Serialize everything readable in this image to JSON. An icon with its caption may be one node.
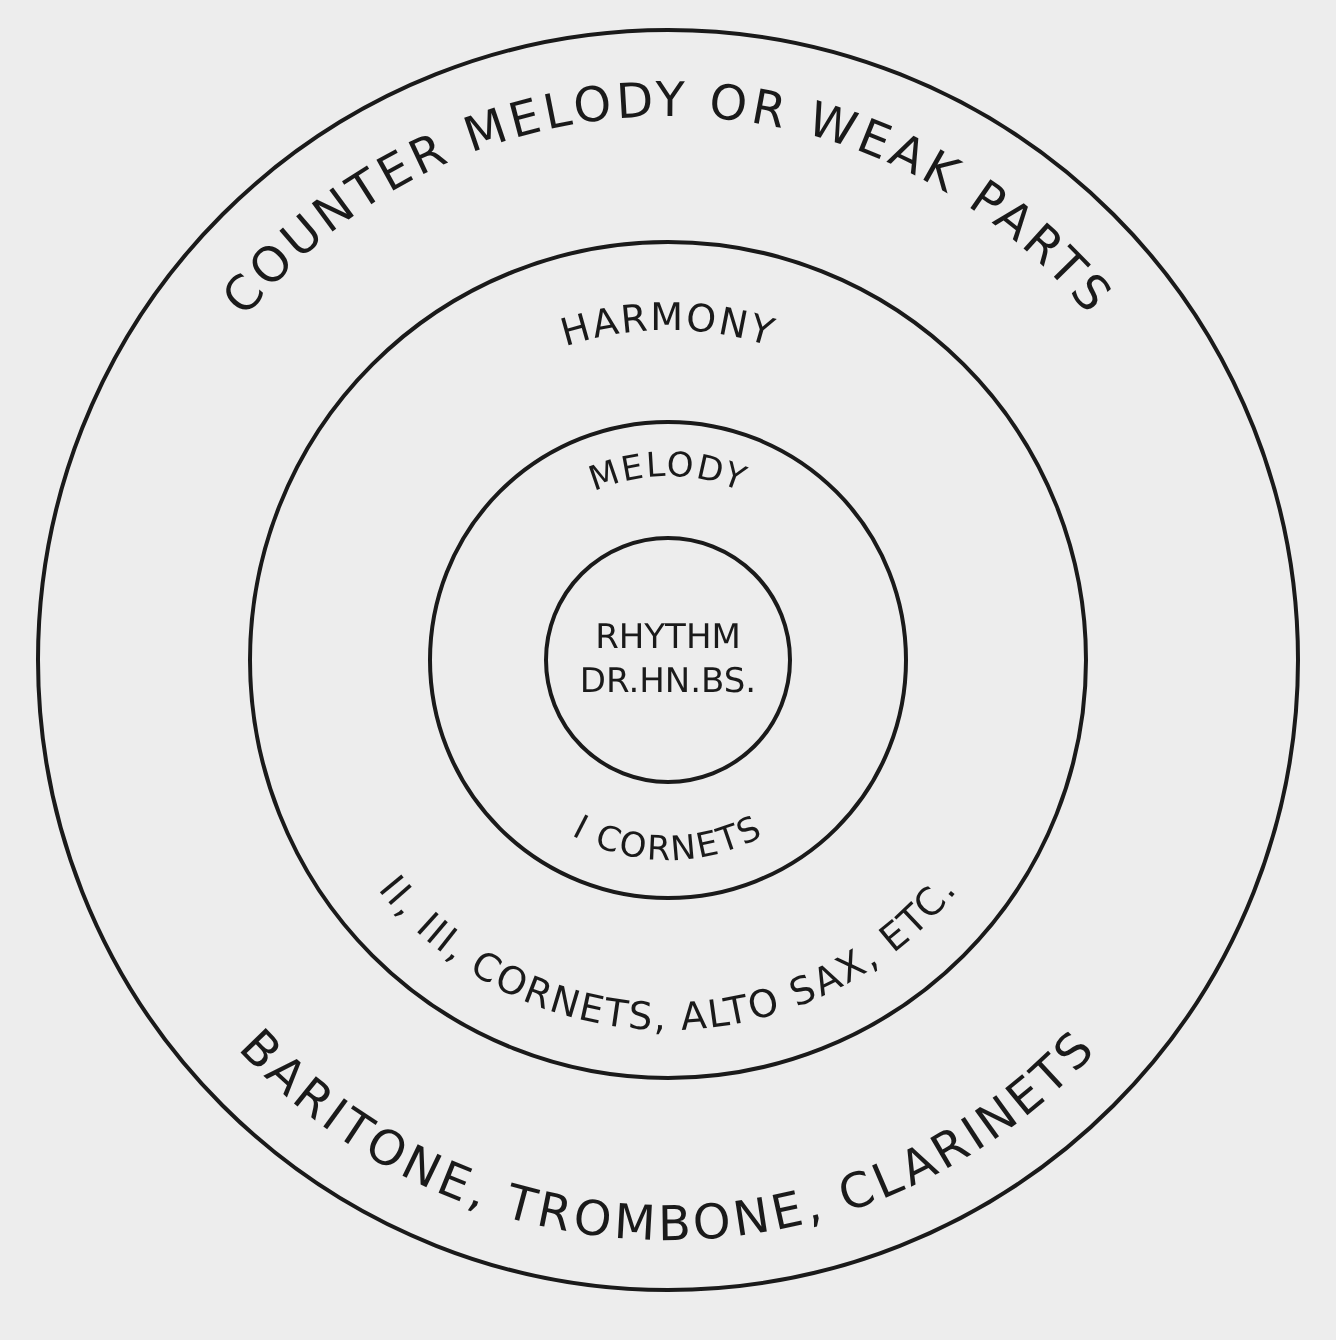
{
  "diagram": {
    "nodes": [
      {
        "text": [
          "COUNTER MELODY OR WEAK PARTS",
          "BARITONE, TROMBONE, CLARINETS"
        ]
      },
      {
        "text": [
          "HARMONY",
          "II, III, CORNETS, ALTO SAX, ETC."
        ],
        "in": 0
      },
      {
        "text": [
          "MELODY",
          "I CORNETS"
        ],
        "in": 1
      },
      {
        "text": [
          "RHYTHM",
          "DR.HN.BS."
        ],
        "in": 2
      }
    ]
  }
}
